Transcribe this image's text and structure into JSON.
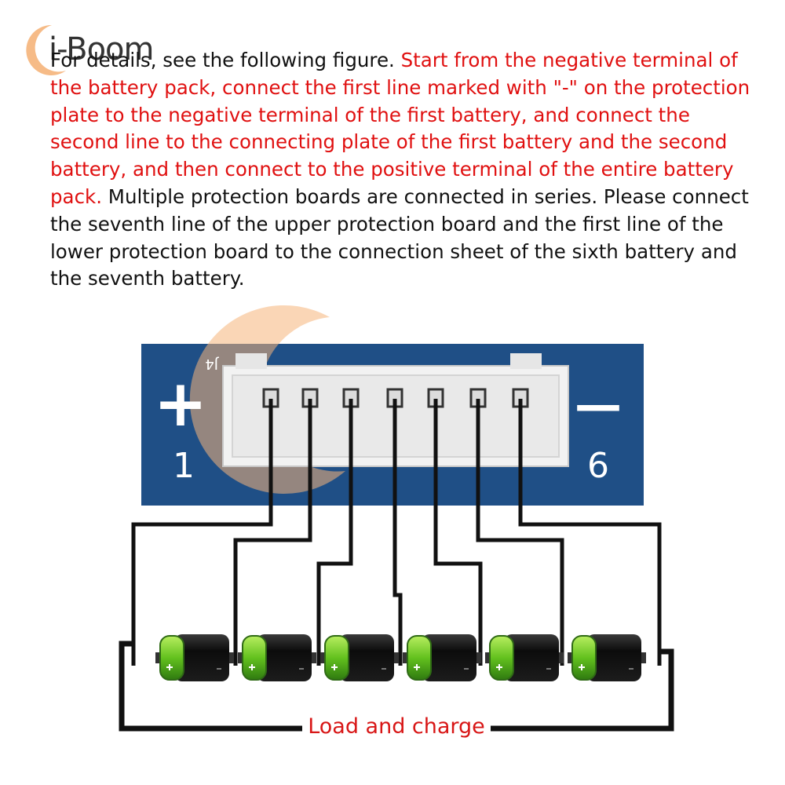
{
  "watermark": {
    "brand": "i-Boom",
    "accent_color": "#f5b47a",
    "icon": "crescent-icon"
  },
  "description": {
    "intro": "For details, see the following figure. ",
    "highlight": "Start from the negative terminal of the battery pack, connect the first line marked with \"-\" on the protection plate to the negative terminal of the first battery, and connect the second line to the connecting plate of the first battery and the second battery, and then connect to the positive terminal of the entire battery pack.",
    "rest": " Multiple protection boards are connected in series. Please connect the seventh line of the upper protection board and the first line of the lower protection board to the connection sheet of the sixth battery and the seventh battery.",
    "highlight_color": "#e01010"
  },
  "board": {
    "color": "#1f4f86",
    "left_sign": "+",
    "left_number": "1",
    "right_sign": "—",
    "right_number": "6",
    "connector_mark": "J4",
    "connector_pins": 7
  },
  "batteries": {
    "count": 6,
    "colors": {
      "body": "#111111",
      "cap": "#7ccf2a",
      "cap_rim": "#2f6a15"
    }
  },
  "load_label": "Load and charge",
  "load_label_color": "#d81616"
}
